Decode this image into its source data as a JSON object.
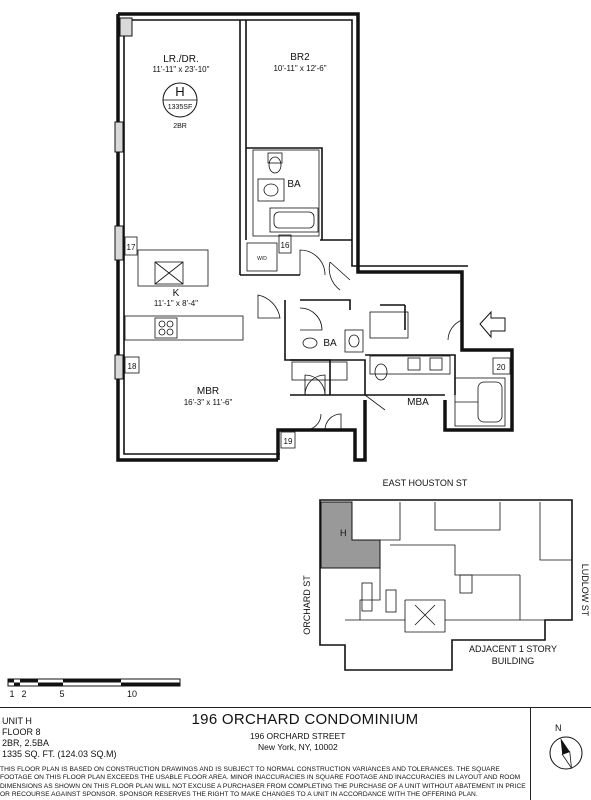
{
  "plan": {
    "rooms": {
      "living": {
        "name": "LR./DR.",
        "dims": "11'-11\" x 23'-10\""
      },
      "br2": {
        "name": "BR2",
        "dims": "10'-11\" x 12'-6\""
      },
      "bath": {
        "name": "BA"
      },
      "kitchen": {
        "name": "K",
        "dims": "11'-1\" x 8'-4\""
      },
      "powder": {
        "name": "BA"
      },
      "master_bath": {
        "name": "MBA"
      },
      "master_bedroom": {
        "name": "MBR",
        "dims": "16'-3\" x 11'-6\""
      }
    },
    "unit_badge": {
      "letter": "H",
      "area": "1335SF",
      "type": "2BR"
    },
    "appliance_label": "W/D",
    "column_numbers": [
      "16",
      "17",
      "18",
      "19",
      "20"
    ]
  },
  "site": {
    "streets": {
      "north": "EAST HOUSTON ST",
      "west": "ORCHARD ST",
      "east": "LUDLOW ST"
    },
    "unit_marker": "H",
    "adjacent_label_line1": "ADJACENT 1 STORY",
    "adjacent_label_line2": "BUILDING"
  },
  "scale": {
    "labels": [
      "1",
      "2",
      "5",
      "10"
    ]
  },
  "footer": {
    "unit": "UNIT H",
    "floor": "FLOOR 8",
    "beds_baths": "2BR, 2.5BA",
    "area": "1335 SQ. FT. (124.03 SQ.M)",
    "title": "196 ORCHARD CONDOMINIUM",
    "street": "196 ORCHARD STREET",
    "city": "New York, NY, 10002",
    "disclaimer": "THIS FLOOR PLAN IS BASED ON CONSTRUCTION DRAWINGS AND IS SUBJECT TO NORMAL CONSTRUCTION VARIANCES AND TOLERANCES. THE SQUARE FOOTAGE ON THIS FLOOR PLAN EXCEEDS THE USABLE FLOOR AREA. MINOR INACCURACIES IN SQUARE FOOTAGE AND INACCURACIES IN LAYOUT AND ROOM DIMENSIONS AS SHOWN ON THIS FLOOR PLAN WILL NOT EXCUSE A PURCHASER FROM COMPLETING THE PURCHASE OF A UNIT WITHOUT ABATEMENT IN PRICE OR RECOURSE AGAINST SPONSOR. SPONSOR RESERVES THE RIGHT TO MAKE CHANGES TO A UNIT IN ACCORDANCE WITH THE OFFERING PLAN.",
    "north": "N"
  }
}
